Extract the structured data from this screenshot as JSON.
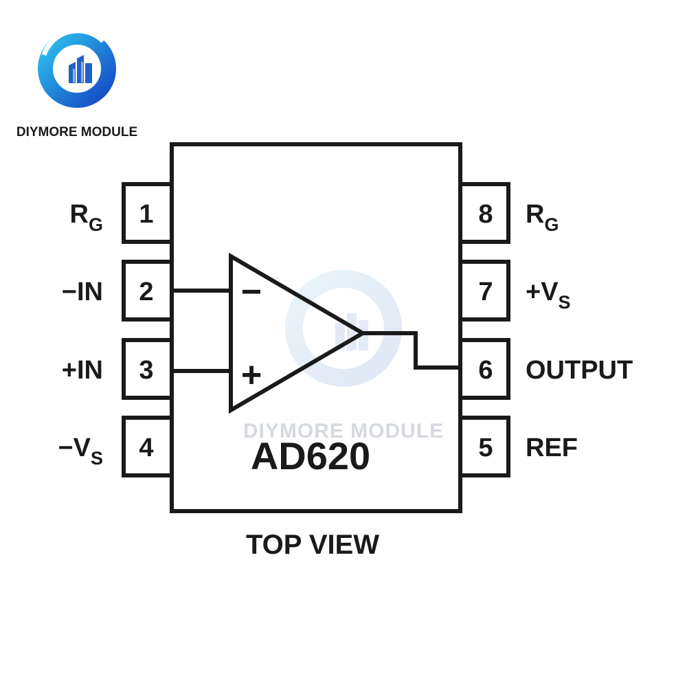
{
  "brand": {
    "name": "DIYMORE MODULE",
    "logo_icon": "diymore-logo-icon",
    "colors": {
      "ring_outer": "#1a5fd1",
      "ring_inner": "#23b5e8",
      "cube": "#1f63c4"
    }
  },
  "watermark": {
    "text": "DIYMORE MODULE",
    "icon": "diymore-watermark-icon"
  },
  "chip": {
    "part_number": "AD620",
    "caption": "TOP VIEW",
    "amplifier": {
      "inverting_symbol": "−",
      "noninverting_symbol": "+"
    },
    "pins": [
      {
        "number": "1",
        "label": "R",
        "sub": "G"
      },
      {
        "number": "2",
        "label": "−IN",
        "sub": ""
      },
      {
        "number": "3",
        "label": "+IN",
        "sub": ""
      },
      {
        "number": "4",
        "label": "−V",
        "sub": "S"
      },
      {
        "number": "5",
        "label": "REF",
        "sub": ""
      },
      {
        "number": "6",
        "label": "OUTPUT",
        "sub": ""
      },
      {
        "number": "7",
        "label": "+V",
        "sub": "S"
      },
      {
        "number": "8",
        "label": "R",
        "sub": "G"
      }
    ]
  }
}
